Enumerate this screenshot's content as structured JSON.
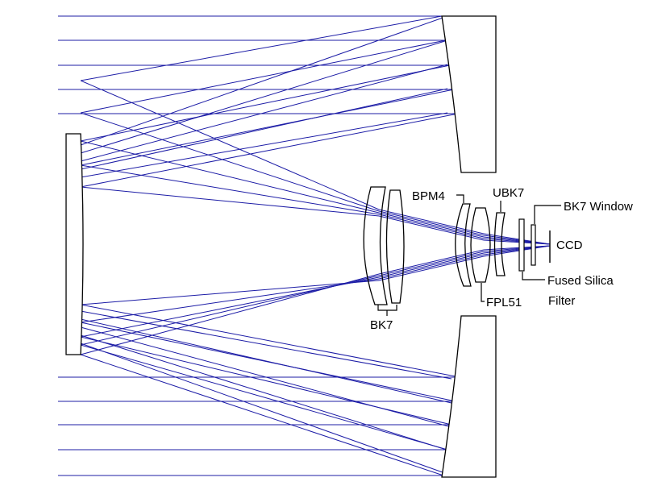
{
  "diagram": {
    "labels": {
      "bk7": "BK7",
      "bpm4": "BPM4",
      "fpl51": "FPL51",
      "ubk7": "UBK7",
      "bk7_window": "BK7 Window",
      "ccd": "CCD",
      "fused_silica": "Fused Silica",
      "filter": "Filter"
    },
    "colors": {
      "ray": "#1c1ca6",
      "outline": "#000000",
      "background": "#ffffff"
    }
  }
}
